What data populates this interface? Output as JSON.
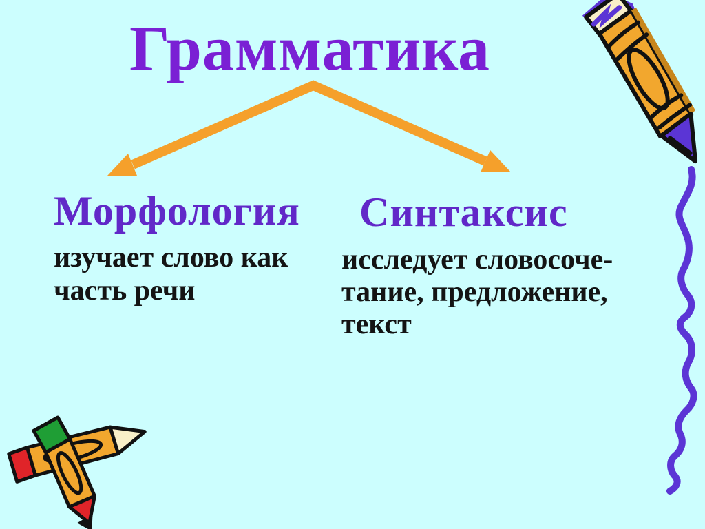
{
  "slide": {
    "title": "Грамматика",
    "branches": [
      {
        "heading": "Морфология",
        "lines": [
          "изучает слово как",
          "часть речи"
        ]
      },
      {
        "heading": "Синтаксис",
        "lines": [
          "исследует словосоче-",
          "тание, предложение,",
          "текст"
        ]
      }
    ]
  },
  "decorations": {
    "top_right": "pencil-icon",
    "right_edge": "wavy-line-icon",
    "bottom_left": "crossed-pencils-icon",
    "center": "branch-arrows"
  },
  "colors": {
    "background": "#CCFEFE",
    "title": "#7A20D4",
    "heading": "#6128C8",
    "body_text": "#141414",
    "arrow": "#F5A02B",
    "crayon_yellow": "#F2A72E",
    "crayon_purple": "#5B35D5",
    "crayon_red": "#E02429",
    "crayon_green": "#1F9E35"
  }
}
